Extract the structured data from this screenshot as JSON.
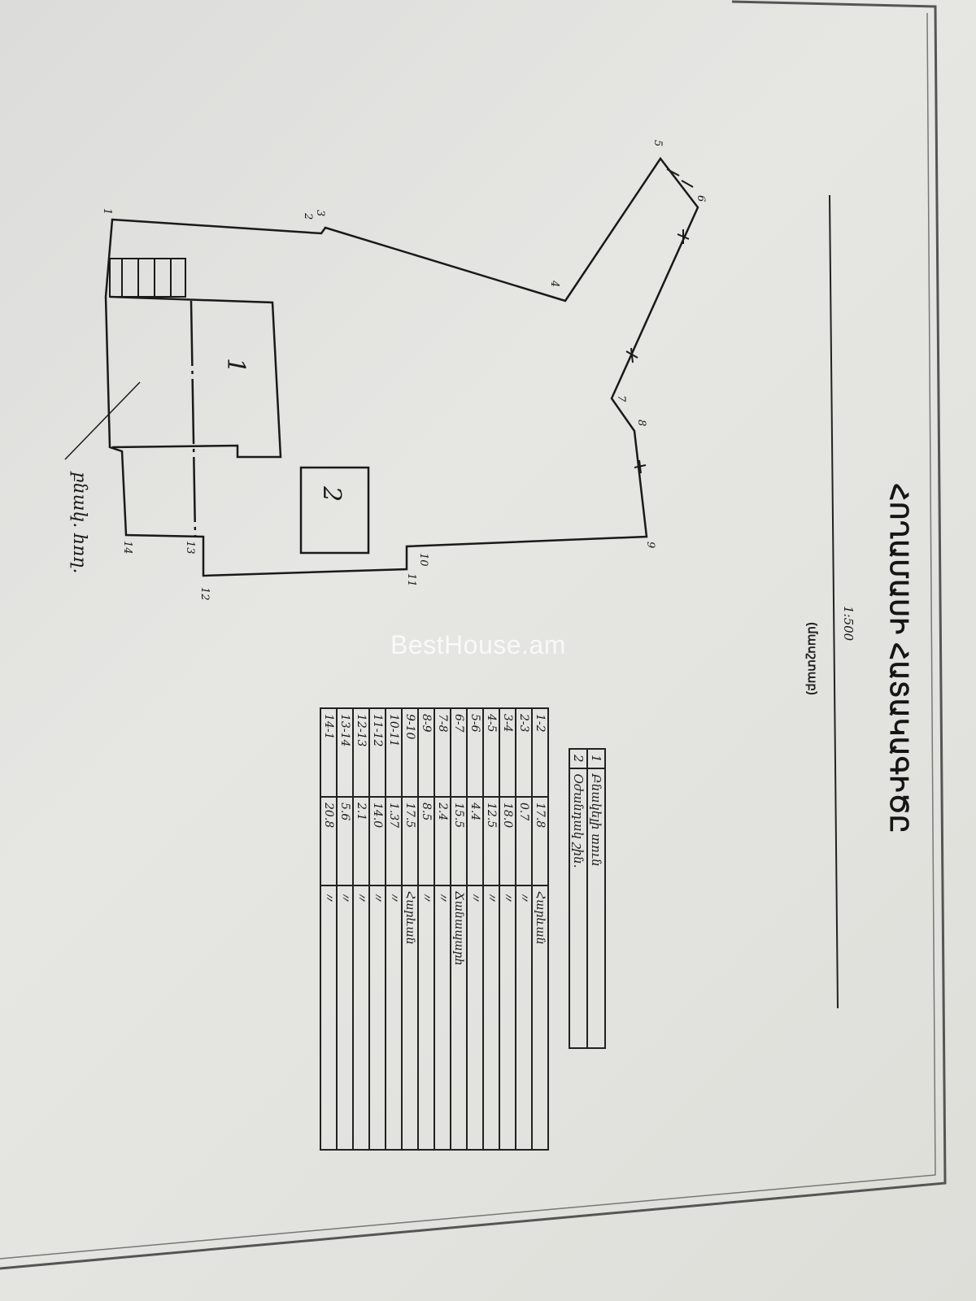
{
  "document": {
    "title": "ՀՈՂԱՄԱՍԻ ՀԱՏԱԿԱԳԻԾԸ",
    "subtitle": "(մասշտաբ)",
    "scale": "1:500",
    "watermark": "BestHouse.am",
    "note": "բնակ. հող."
  },
  "plan": {
    "buildings": [
      "1",
      "2"
    ],
    "points": [
      "1",
      "2",
      "3",
      "4",
      "5",
      "6",
      "7",
      "8",
      "9",
      "10",
      "11",
      "12",
      "13",
      "14"
    ]
  },
  "legend": [
    {
      "num": "1",
      "text": "Բնակելի տուն"
    },
    {
      "num": "2",
      "text": "Օժանդակ շին."
    }
  ],
  "boundary_table": [
    {
      "seg": "1-2",
      "len": "17.8",
      "desc": "Հարևան"
    },
    {
      "seg": "2-3",
      "len": "0.7",
      "desc": "〃"
    },
    {
      "seg": "3-4",
      "len": "18.0",
      "desc": "〃"
    },
    {
      "seg": "4-5",
      "len": "12.5",
      "desc": "〃"
    },
    {
      "seg": "5-6",
      "len": "4.4",
      "desc": "〃"
    },
    {
      "seg": "6-7",
      "len": "15.5",
      "desc": "Ճանապարհ"
    },
    {
      "seg": "7-8",
      "len": "2.4",
      "desc": "〃"
    },
    {
      "seg": "8-9",
      "len": "8.5",
      "desc": "〃"
    },
    {
      "seg": "9-10",
      "len": "17.5",
      "desc": "Հարևան"
    },
    {
      "seg": "10-11",
      "len": "1.37",
      "desc": "〃"
    },
    {
      "seg": "11-12",
      "len": "14.0",
      "desc": "〃"
    },
    {
      "seg": "12-13",
      "len": "2.1",
      "desc": "〃"
    },
    {
      "seg": "13-14",
      "len": "5.6",
      "desc": "〃"
    },
    {
      "seg": "14-1",
      "len": "20.8",
      "desc": "〃"
    }
  ]
}
